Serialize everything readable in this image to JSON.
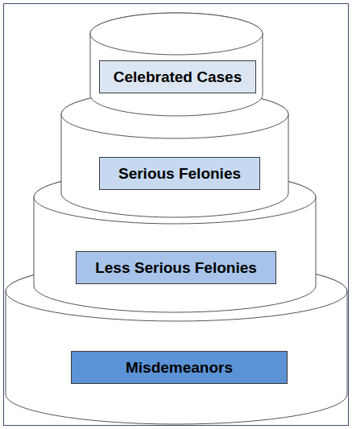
{
  "diagram": {
    "nodes": [
      {
        "text": [
          "Celebrated Cases"
        ]
      },
      {
        "text": [
          "Serious Felonies"
        ]
      },
      {
        "text": [
          "Less Serious Felonies"
        ]
      },
      {
        "text": [
          "Misdemeanors"
        ]
      }
    ]
  }
}
